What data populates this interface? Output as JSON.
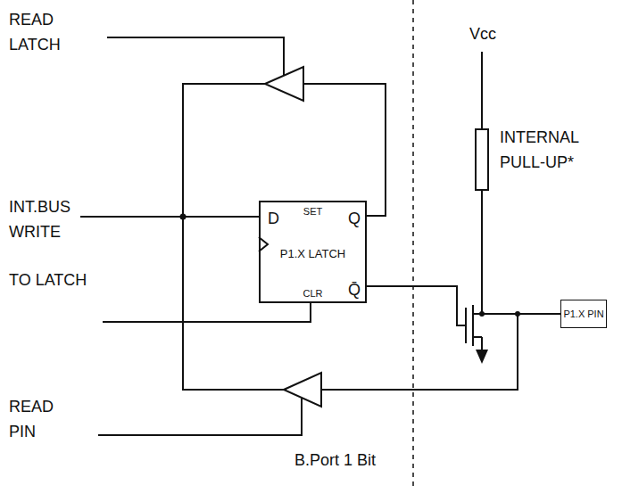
{
  "diagram": {
    "caption": "B.Port 1 Bit",
    "nodes": [
      {
        "text": [
          "D",
          "SET",
          "Q",
          "P1.X LATCH",
          "CLR",
          "Q̄"
        ]
      },
      {
        "text": [
          "P1.X PIN"
        ]
      }
    ],
    "labels": [
      "READ LATCH",
      "INT.BUS",
      "WRITE",
      "TO LATCH",
      "READ PIN",
      "Vcc",
      "INTERNAL PULL-UP*"
    ]
  }
}
